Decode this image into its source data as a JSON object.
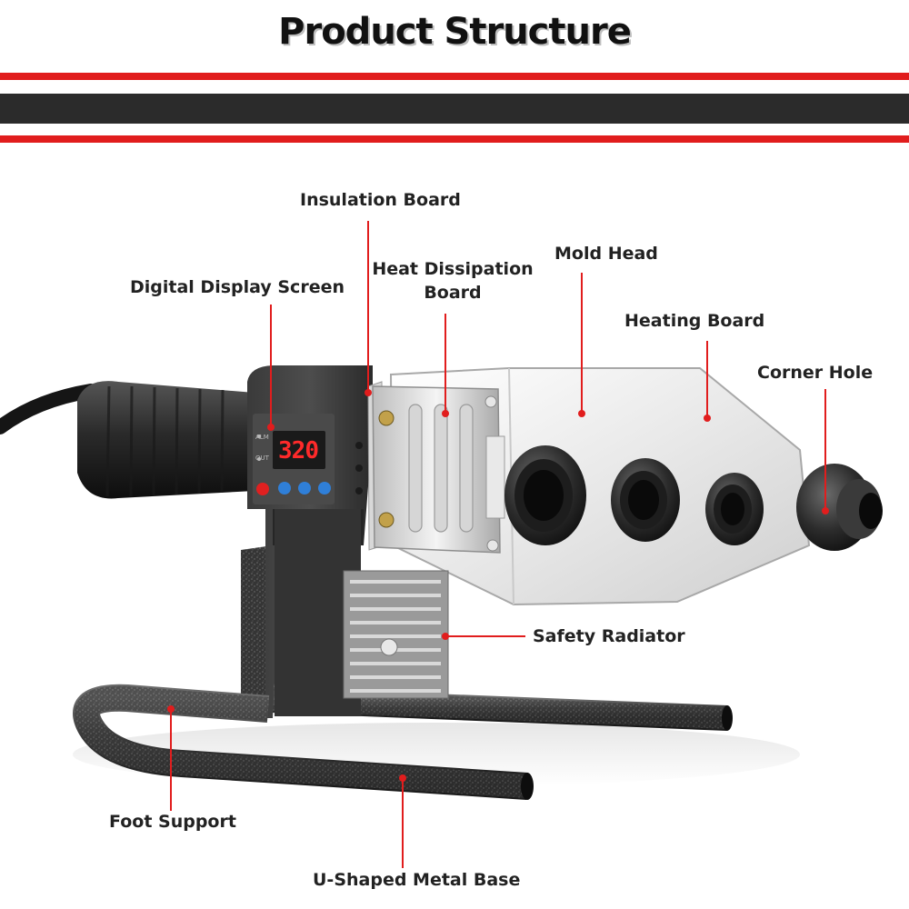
{
  "title": "Product Structure",
  "display": {
    "temperature": "320",
    "indicator_top": "ALM",
    "indicator_bottom": "OUT"
  },
  "colors": {
    "accent": "#e11d1d",
    "stripe_dark": "#2b2b2b",
    "leader": "#e11d1d"
  },
  "labels": {
    "insulation_board": "Insulation Board",
    "heat_dissipation_board": "Heat Dissipation Board",
    "mold_head": "Mold Head",
    "digital_display_screen": "Digital Display Screen",
    "heating_board": "Heating Board",
    "corner_hole": "Corner Hole",
    "safety_radiator": "Safety Radiator",
    "foot_support": "Foot Support",
    "u_shaped_metal_base": "U-Shaped Metal Base"
  }
}
